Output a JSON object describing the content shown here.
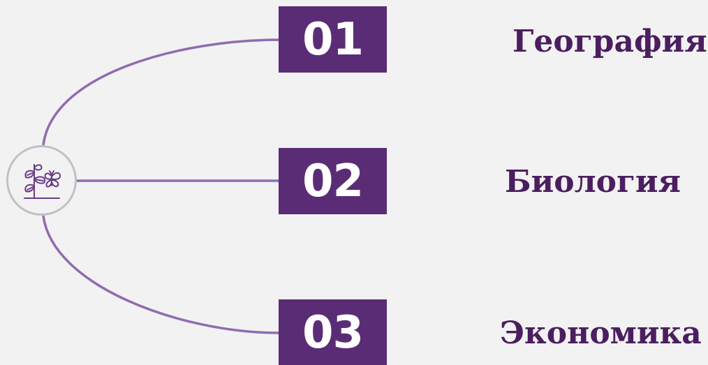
{
  "items": [
    {
      "number": "01",
      "label": "География"
    },
    {
      "number": "02",
      "label": "Биология"
    },
    {
      "number": "03",
      "label": "Экономика"
    }
  ],
  "colors": {
    "background": "#f2f2f2",
    "box": "#5b2c76",
    "connector": "#8f6cb0",
    "label": "#4b1e5f",
    "hub_border": "#c2c0c6",
    "icon": "#6a3d88"
  },
  "hub_icon": "plant-butterfly-icon"
}
